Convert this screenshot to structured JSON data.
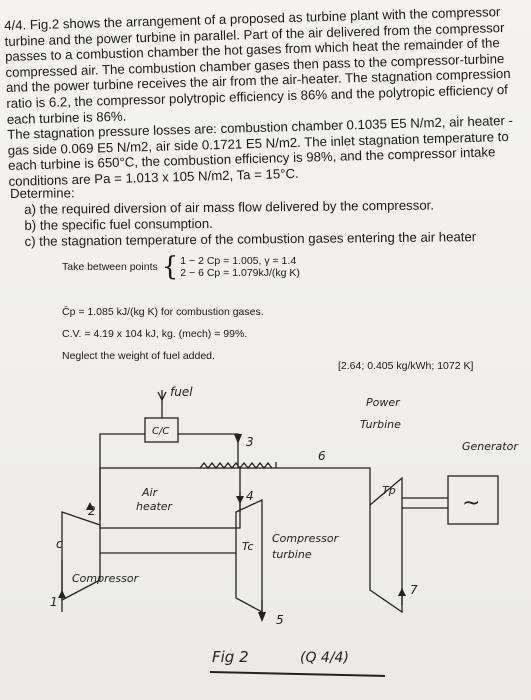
{
  "problem": {
    "number": "4/4.",
    "text": "Fig.2 shows the arrangement of a proposed as turbine plant with the compressor turbine and the power turbine in parallel. Part of the air delivered from the compressor passes to a combustion chamber the hot gases from which heat the remainder of the compressed air. The combustion chamber gases then pass to the compressor-turbine and the power turbine receives the air from the air-heater. The stagnation compression ratio is 6.2, the compressor polytropic efficiency is 86% and the polytropic efficiency of each turbine is 86%.",
    "text2": "The stagnation pressure losses are: combustion chamber 0.1035 E5 N/m2, air heater - gas side 0.069 E5 N/m2, air side 0.1721 E5 N/m2. The inlet stagnation temperature to each turbine is 650°C, the combustion efficiency is 98%, and the compressor intake conditions are Pa = 1.013 x 105 N/m2, Ta = 15°C."
  },
  "determine": {
    "heading": "Determine:",
    "items": [
      "a)  the required diversion of air mass flow delivered by the compressor.",
      "b)  the specific fuel consumption.",
      "c)  the stagnation temperature of the combustion gases entering the air heater"
    ]
  },
  "given": {
    "take_between": "Take between points",
    "line1": "1 − 2 Cp = 1.005,  γ = 1.4",
    "line2": "2 − 6 Cp = 1.079kJ/(kg K)",
    "cp_comb": "C̄p = 1.085 kJ/(kg K) for combustion gases.",
    "cv": "C.V. = 4.19 x 104 kJ, kg. (mech) = 99%.",
    "neglect": "Neglect the weight of fuel added."
  },
  "answer": "[2.64; 0.405 kg/kWh; 1072 K]",
  "figure": {
    "labels": {
      "fuel": "fuel",
      "cc": "C/C",
      "air_heater_1": "Air",
      "air_heater_2": "heater",
      "compressor": "Compressor",
      "ct": "Tc",
      "compressor_turbine_1": "Compressor",
      "compressor_turbine_2": "turbine",
      "power_turbine_1": "Power",
      "power_turbine_2": "Turbine",
      "tp": "Tp",
      "generator": "Generator",
      "gen_symbol": "~",
      "c": "c",
      "n1": "1",
      "n2": "2",
      "n3": "3",
      "n4": "4",
      "n5": "5",
      "n6": "6",
      "n7": "7"
    },
    "caption": "Fig 2",
    "caption_ref": "(Q 4/4)"
  }
}
